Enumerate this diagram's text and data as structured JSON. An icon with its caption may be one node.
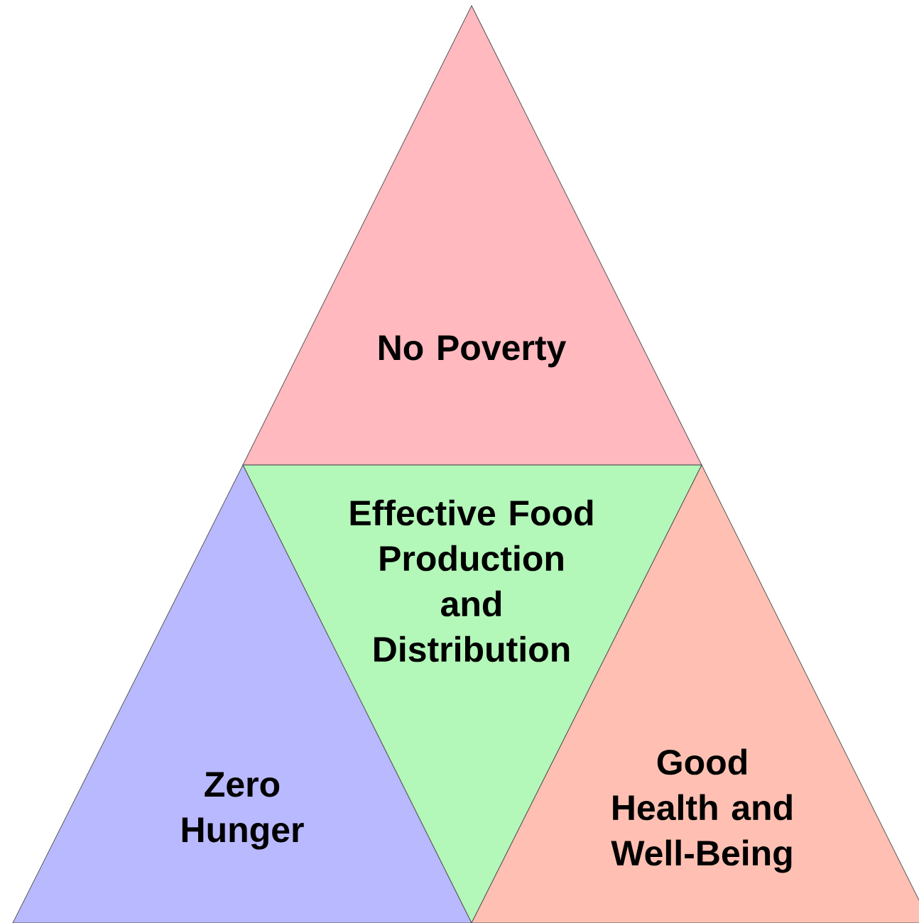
{
  "diagram": {
    "nodes": [
      {
        "text": [
          "No Poverty"
        ]
      },
      {
        "text": [
          "Effective Food Production and Distribution"
        ]
      },
      {
        "text": [
          "Zero Hunger"
        ]
      },
      {
        "text": [
          "Good Health and Well-Being"
        ]
      }
    ]
  }
}
